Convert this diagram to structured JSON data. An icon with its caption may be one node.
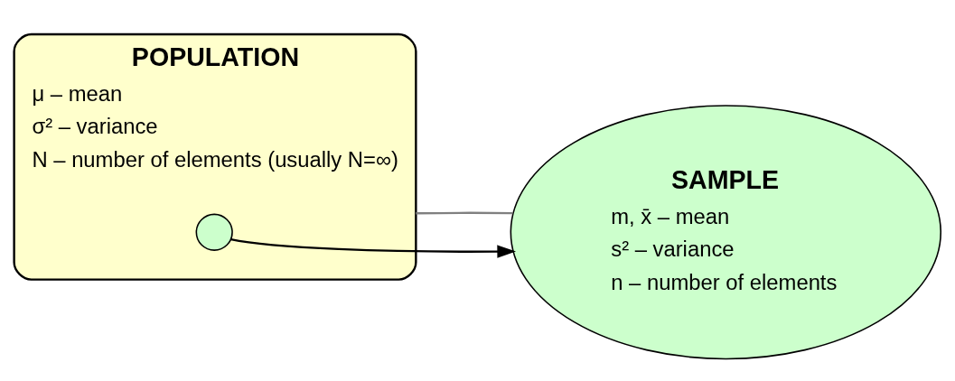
{
  "diagram": {
    "nodes": [
      {
        "text": [
          "POPULATION",
          "μ – mean",
          "σ² – variance",
          "N – number of elements (usually N=∞)"
        ]
      },
      {
        "text": [],
        "shape": "circle",
        "in": 0
      },
      {
        "text": [
          "SAMPLE",
          "m, x̄ – mean",
          "s² – variance",
          "n – number of elements"
        ]
      }
    ],
    "edges": [
      {
        "from": 1,
        "to": 2,
        "arrow": "to"
      },
      {
        "from": 0,
        "to": 2,
        "arrow": "none",
        "color": "#808080"
      }
    ]
  }
}
